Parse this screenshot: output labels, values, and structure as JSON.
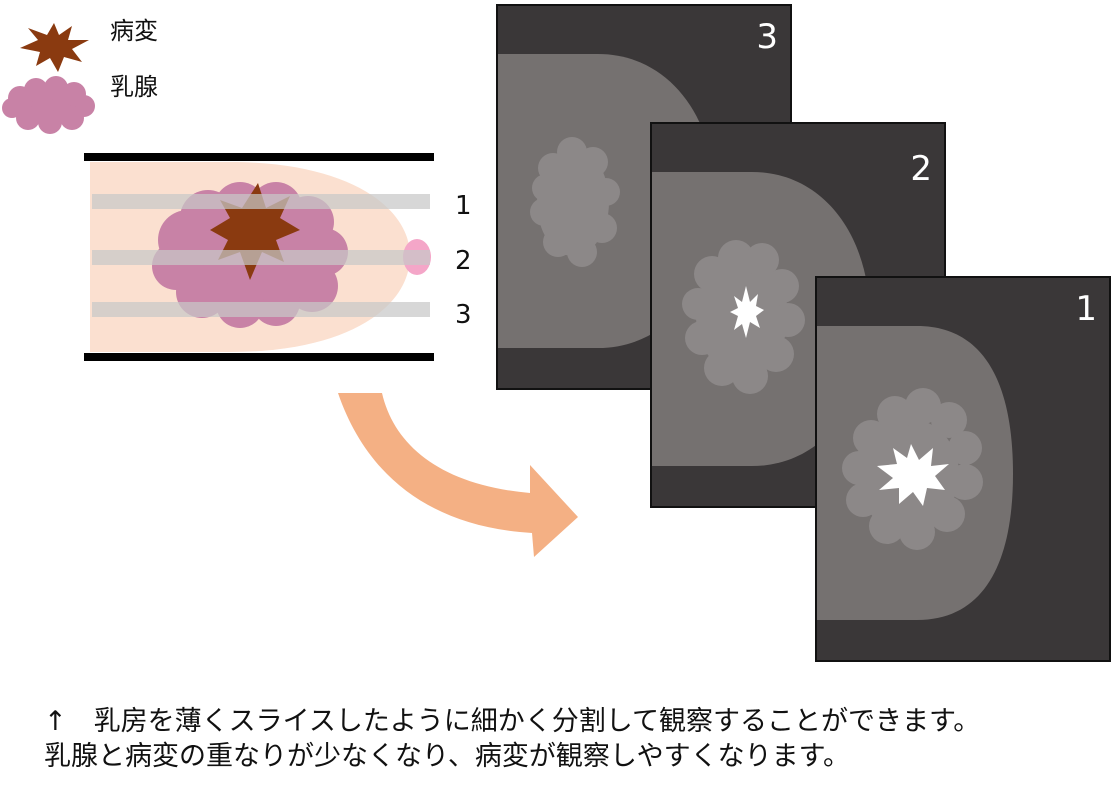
{
  "legend": {
    "lesion_label": "病変",
    "gland_label": "乳腺"
  },
  "slice_labels": [
    "1",
    "2",
    "3"
  ],
  "panels": [
    {
      "number": "3"
    },
    {
      "number": "2"
    },
    {
      "number": "1"
    }
  ],
  "caption": {
    "line1": "↑　乳房を薄くスライスしたように細かく分割して観察することができます。",
    "line2": "乳腺と病変の重なりが少なくなり、病変が観察しやすくなります。"
  },
  "colors": {
    "lesion": "#8a3a10",
    "gland": "#c882a6",
    "breast": "#fbe0d0",
    "nipple": "#f4a6c8",
    "arrow": "#f4b084",
    "panel_bg": "#3a3738",
    "tissue": "#757170",
    "gland_gray": "#8c8888"
  }
}
